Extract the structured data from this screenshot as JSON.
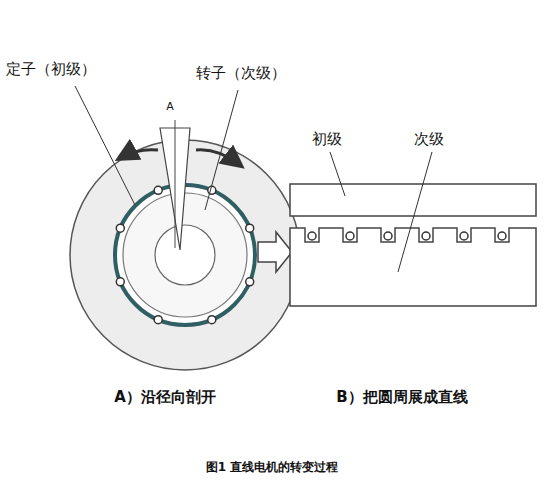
{
  "diagram": {
    "caption": "图1 直线电机的转变过程",
    "labels": [
      "定子（初级）",
      "转子（次级）",
      "A",
      "初级",
      "次级",
      "A）沿径向剖开",
      "B）把圆周展成直线"
    ]
  }
}
